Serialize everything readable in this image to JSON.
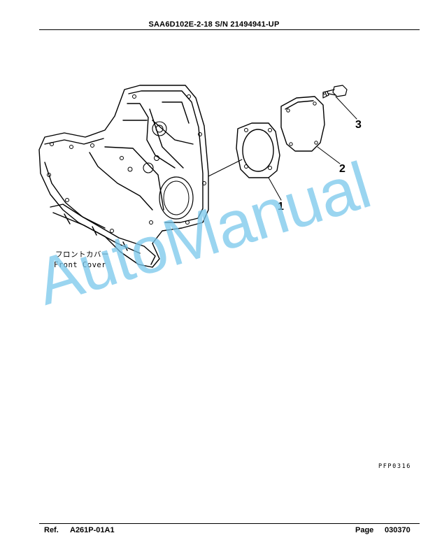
{
  "header": {
    "title": "SAA6D102E-2-18 S/N 21494941-UP"
  },
  "diagram": {
    "callouts": [
      "1",
      "2",
      "3"
    ],
    "caption_jp": "フロントカバー",
    "caption_en": "Front Cover",
    "drawing_code": "PFP0316"
  },
  "watermark": {
    "text": "AutoManual",
    "color": "#79c7ec"
  },
  "footer": {
    "ref_label": "Ref.",
    "ref_value": "A261P-01A1",
    "page_label": "Page",
    "page_value": "030370"
  }
}
